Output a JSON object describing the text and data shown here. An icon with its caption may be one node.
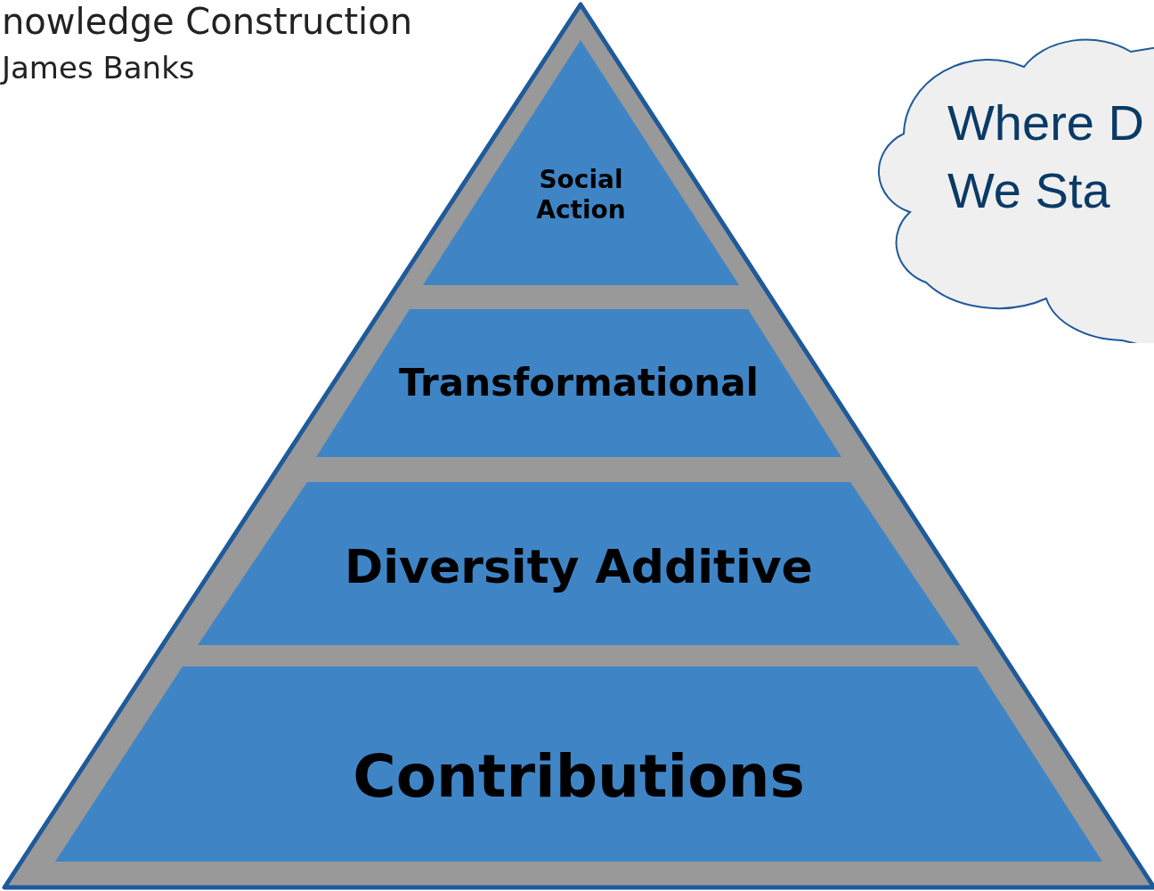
{
  "diagram": {
    "title": "nowledge Construction",
    "nodes": [
      {
        "text": [
          "Social Action"
        ]
      },
      {
        "text": [
          "Transformational"
        ]
      },
      {
        "text": [
          "Diversity Additive"
        ]
      },
      {
        "text": [
          "Contributions"
        ]
      },
      {
        "text": [
          "Where D We Sta"
        ]
      }
    ],
    "labels": [
      "James Banks"
    ]
  }
}
